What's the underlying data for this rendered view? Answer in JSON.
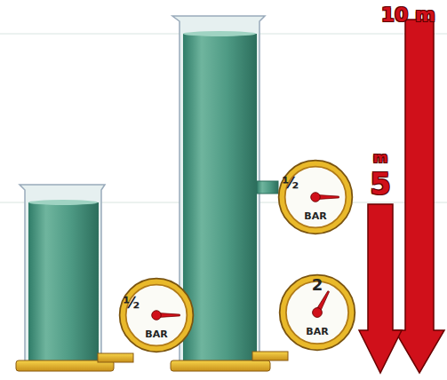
{
  "diagram": {
    "nodes": [
      {
        "text": [
          "½",
          "BAR"
        ]
      },
      {
        "text": [
          "½",
          "BAR"
        ]
      },
      {
        "text": [
          "2",
          "BAR"
        ]
      }
    ],
    "labels": [
      "10 m",
      "m",
      "5"
    ]
  }
}
